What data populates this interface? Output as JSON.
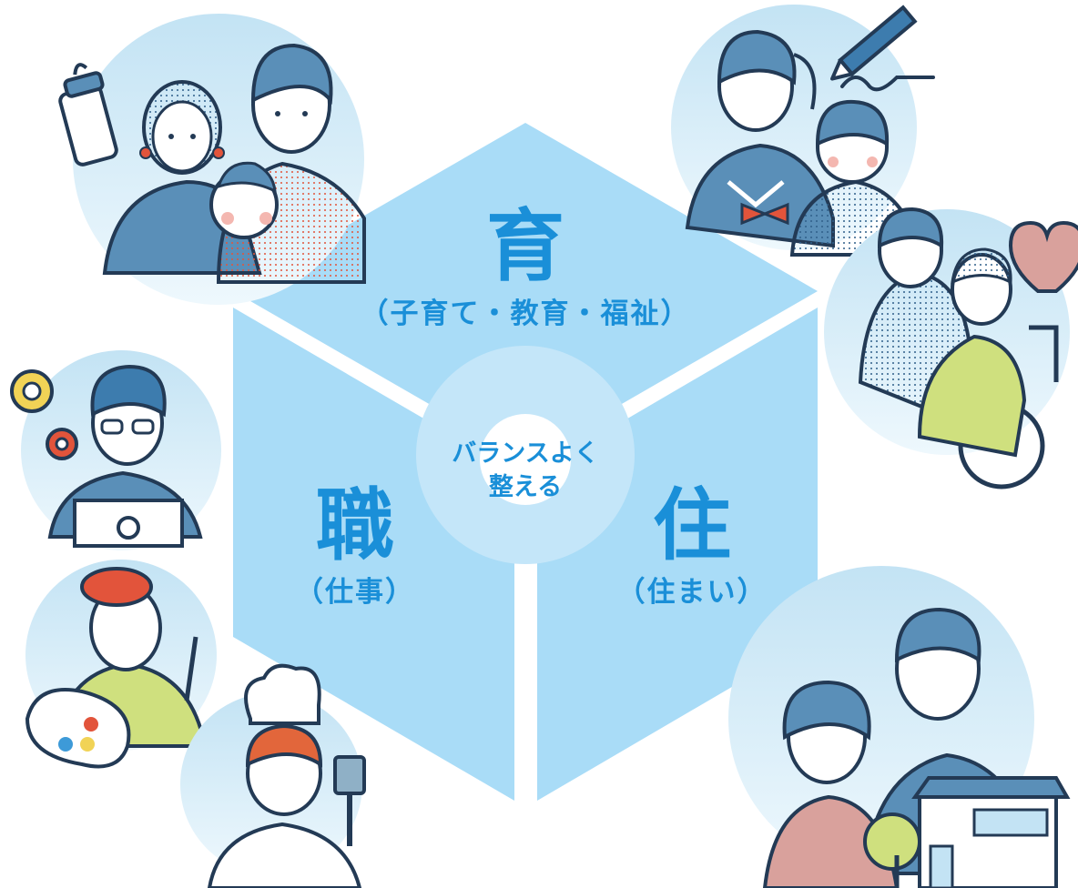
{
  "diagram": {
    "top_section": {
      "kanji": "育",
      "caption": "（子育て・教育・福祉）"
    },
    "left_section": {
      "kanji": "職",
      "caption": "（仕事）"
    },
    "right_section": {
      "kanji": "住",
      "caption": "（住まい）"
    },
    "center": {
      "line1": "バランスよく",
      "line2": "整える"
    }
  },
  "colors": {
    "hexagon_face": "#a9dcf7",
    "center_ring": "#c4e6f9",
    "center_core": "#ffffff",
    "text_blue": "#1a8fd8",
    "outline": "#233a55",
    "bubble_light": "#e8f5fc",
    "bubble_dark": "#c3e3f4"
  },
  "illustrations": [
    "family-with-baby-and-bottle-illustration",
    "student-and-child-with-pencil-illustration",
    "caregiver-with-wheelchair-and-heart-illustration",
    "engineer-with-laptop-and-gears-illustration",
    "painter-with-palette-illustration",
    "chef-with-spatula-illustration",
    "senior-couple-with-house-illustration"
  ]
}
